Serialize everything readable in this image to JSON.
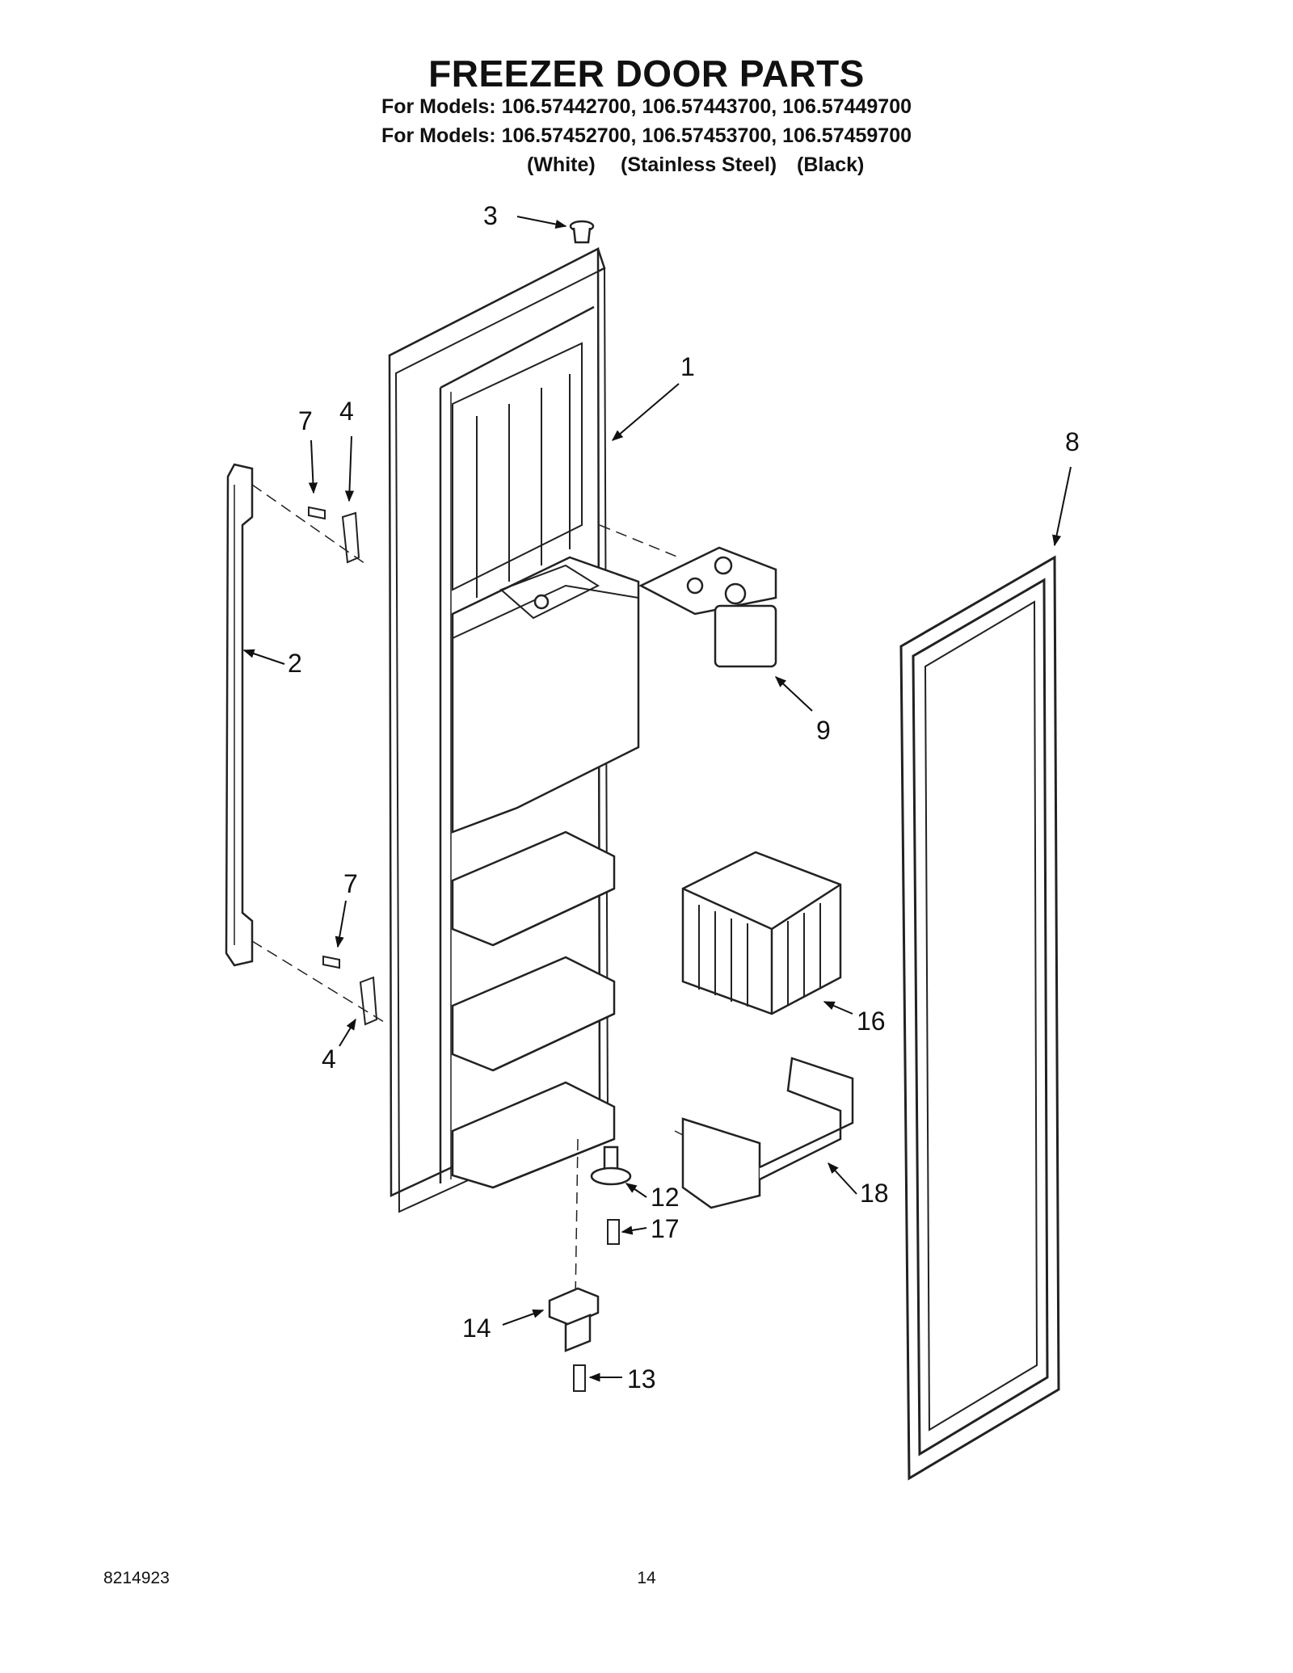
{
  "header": {
    "title": "FREEZER DOOR PARTS",
    "models_line1": "For Models: 106.57442700, 106.57443700, 106.57449700",
    "models_line2": "For Models: 106.57452700, 106.57453700, 106.57459700",
    "color_white": "(White)",
    "color_stainless": "(Stainless Steel)",
    "color_black": "(Black)"
  },
  "callouts": {
    "door_liner": "1",
    "handle": "2",
    "cap": "3",
    "handle_bracket_top": "4",
    "handle_bracket_bottom": "4",
    "screw_top": "7",
    "screw_bottom": "7",
    "door_gasket": "8",
    "chute_flap": "9",
    "ice_basket": "16",
    "bin_bracket": "18",
    "hinge_pin": "12",
    "hinge_screw_small": "17",
    "hinge_plate": "14",
    "hinge_screw": "13"
  },
  "footer": {
    "document_number": "8214923",
    "page_number": "14"
  }
}
